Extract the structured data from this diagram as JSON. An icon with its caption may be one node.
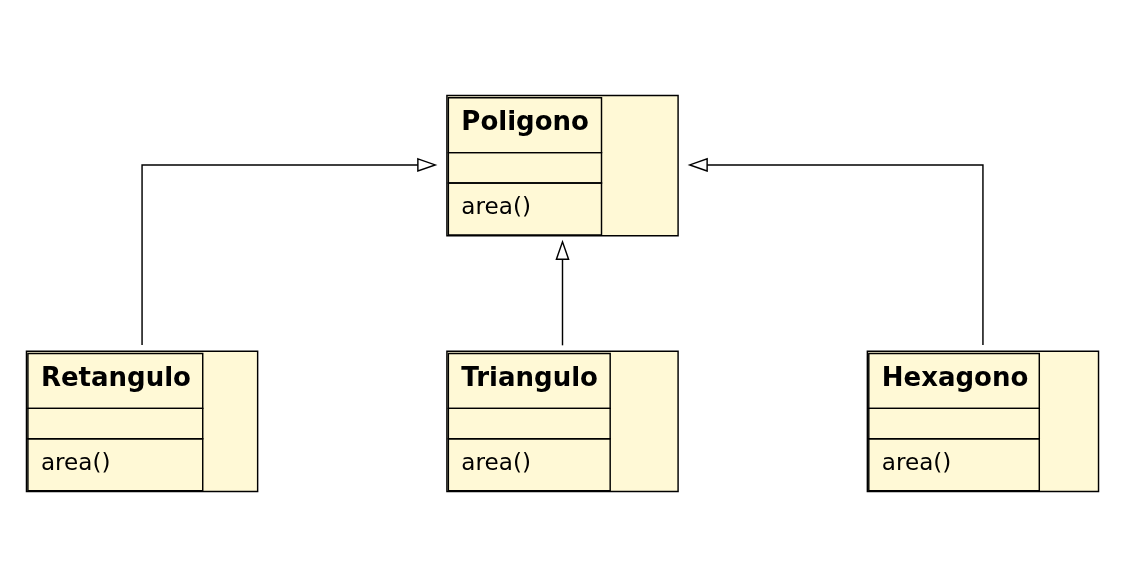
{
  "diagram": {
    "nodes": [
      {
        "text": [
          "Poligono",
          "area()"
        ]
      },
      {
        "text": [
          "Retangulo",
          "area()"
        ]
      },
      {
        "text": [
          "Triangulo",
          "area()"
        ]
      },
      {
        "text": [
          "Hexagono",
          "area()"
        ]
      }
    ],
    "edges": [
      {
        "from": 1,
        "to": 0,
        "arrow": "to"
      },
      {
        "from": 2,
        "to": 0,
        "arrow": "to"
      },
      {
        "from": 3,
        "to": 0,
        "arrow": "to"
      }
    ]
  }
}
